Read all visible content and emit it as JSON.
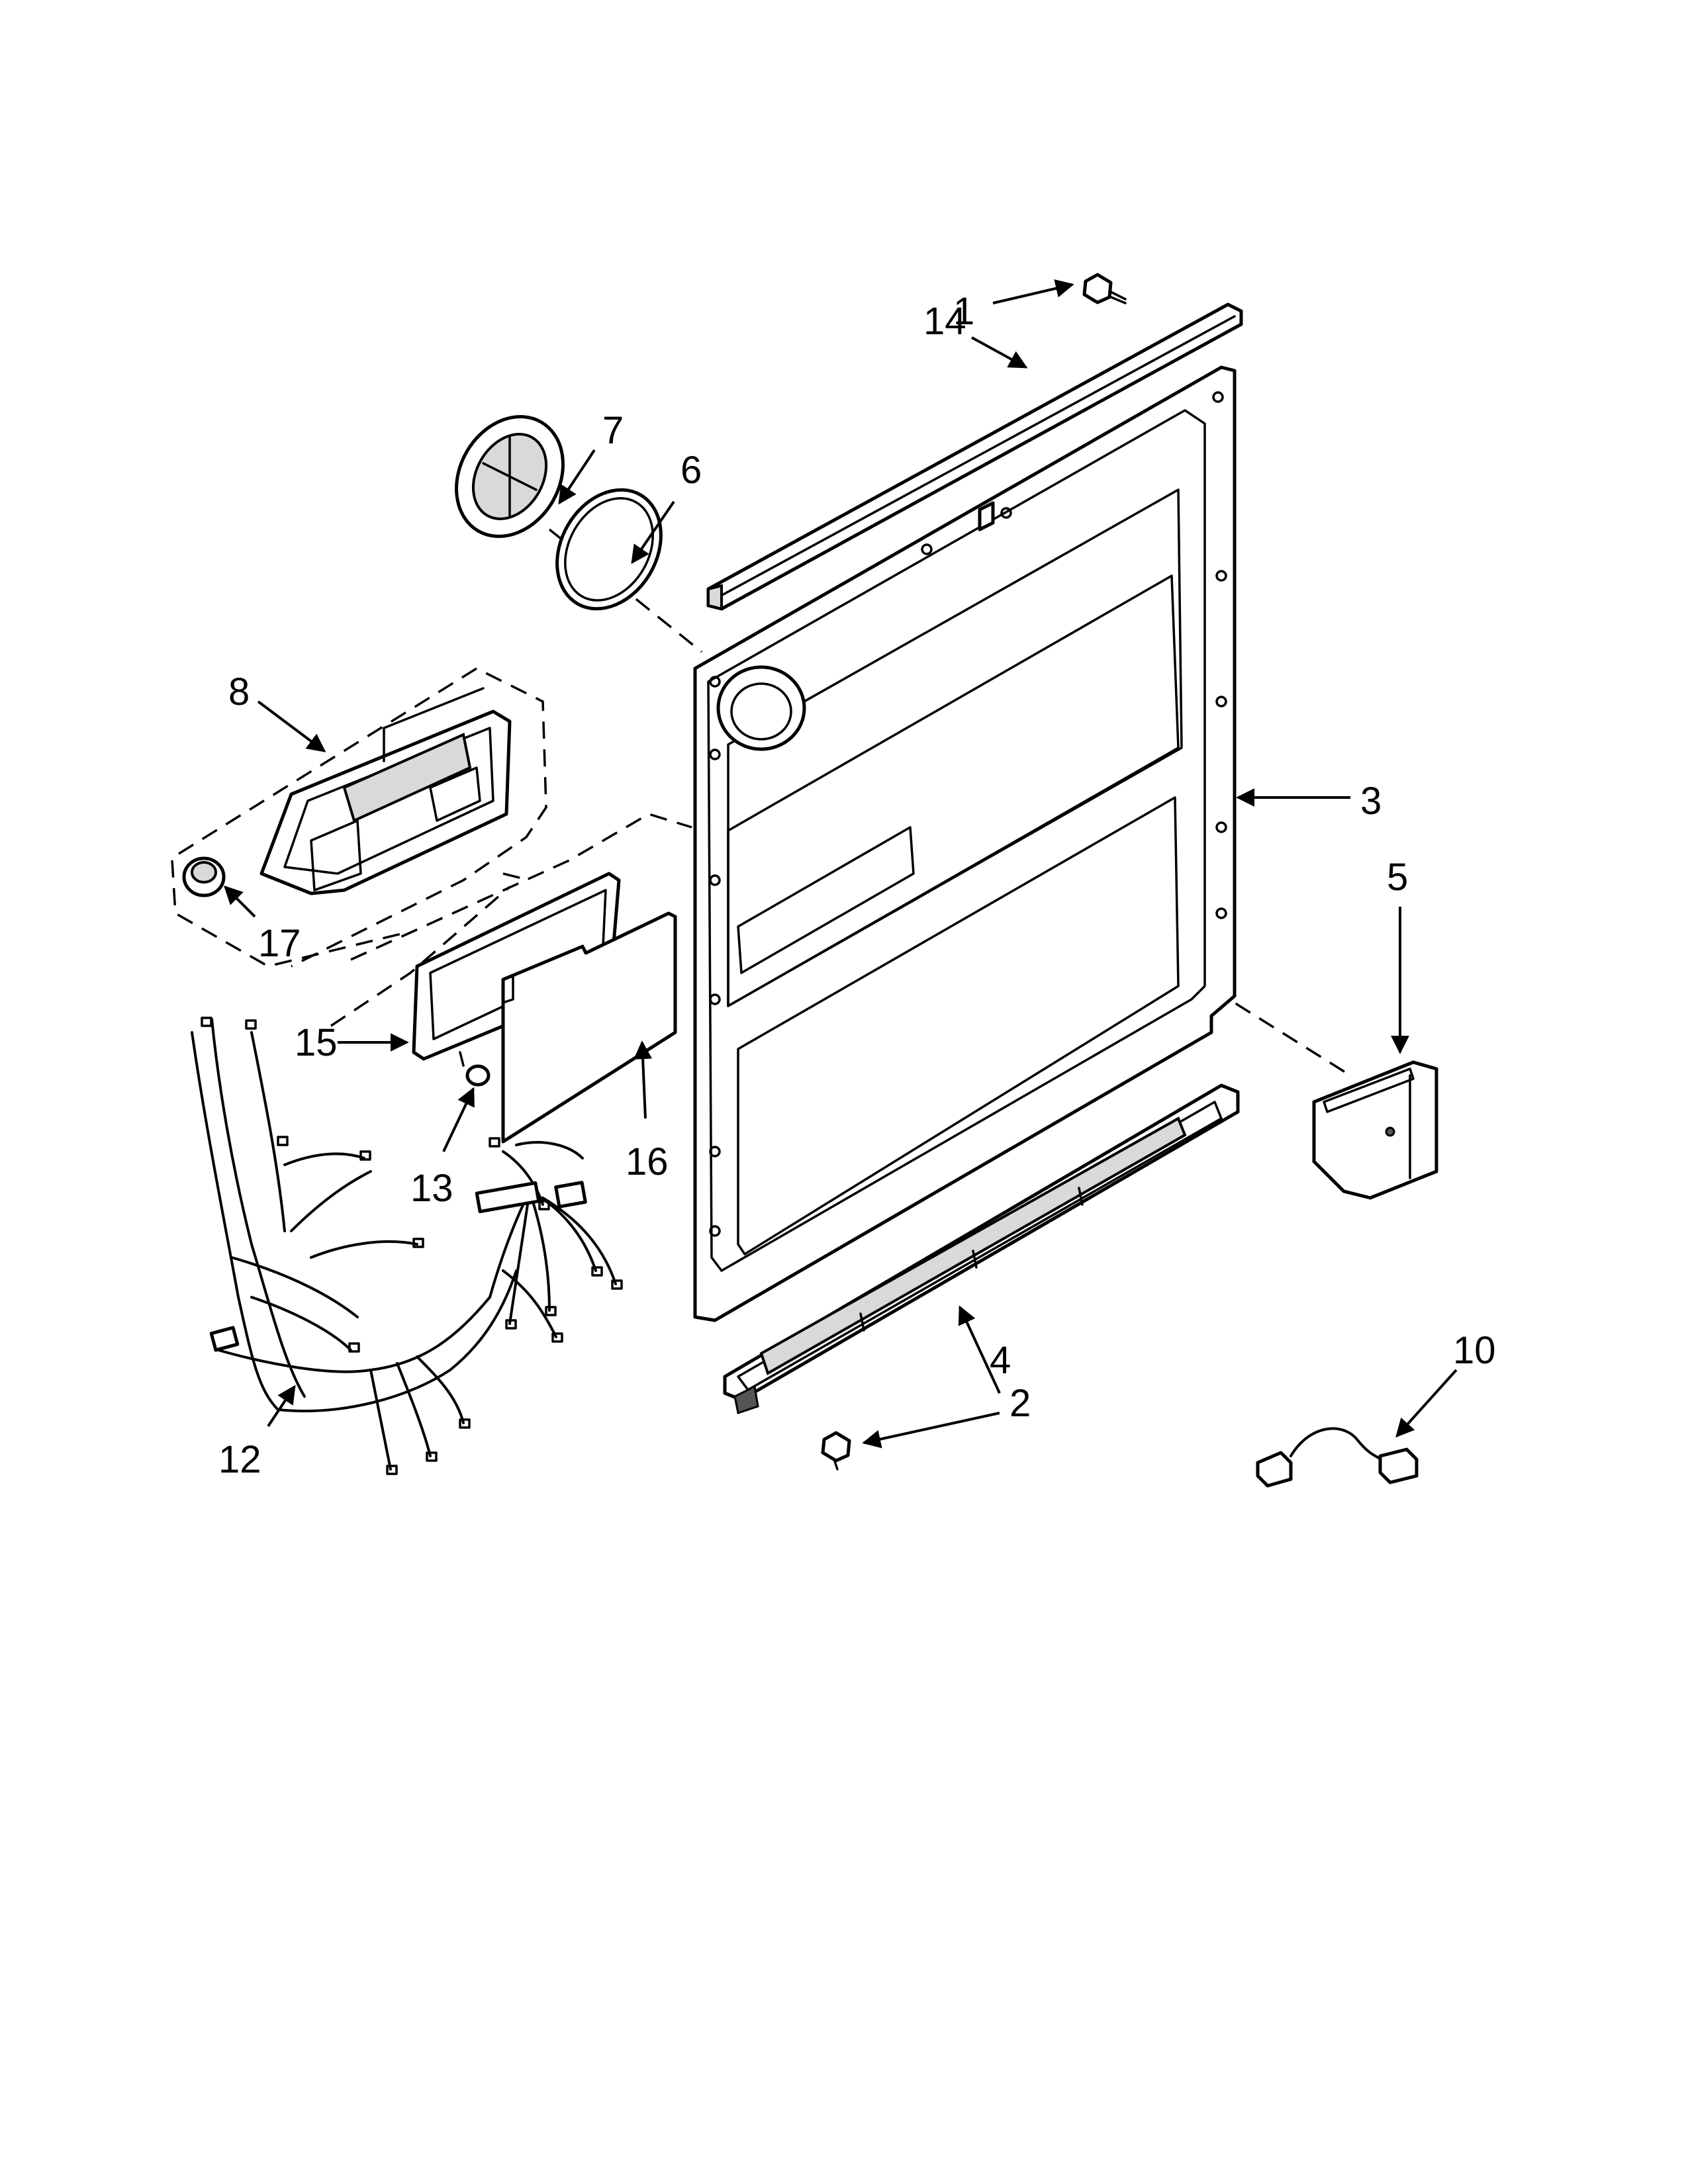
{
  "callouts": [
    {
      "id": "1",
      "label": "1"
    },
    {
      "id": "2",
      "label": "2"
    },
    {
      "id": "3",
      "label": "3"
    },
    {
      "id": "4",
      "label": "4"
    },
    {
      "id": "5",
      "label": "5"
    },
    {
      "id": "6",
      "label": "6"
    },
    {
      "id": "7",
      "label": "7"
    },
    {
      "id": "8",
      "label": "8"
    },
    {
      "id": "10",
      "label": "10"
    },
    {
      "id": "12",
      "label": "12"
    },
    {
      "id": "13",
      "label": "13"
    },
    {
      "id": "14",
      "label": "14"
    },
    {
      "id": "15",
      "label": "15"
    },
    {
      "id": "16",
      "label": "16"
    },
    {
      "id": "17",
      "label": "17"
    }
  ],
  "colors": {
    "line": "#000000",
    "background": "#ffffff",
    "shade": "#d9d9d9"
  }
}
